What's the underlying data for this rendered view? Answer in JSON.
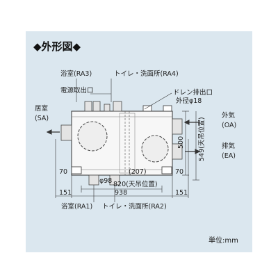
{
  "title": "◆外形図◆",
  "unit": "単位:mm",
  "ports": {
    "ra3": "浴室(RA3)",
    "ra4": "トイレ・洗面所(RA4)",
    "power": "電源取出口",
    "drain": "ドレン排出口",
    "outer_dia": "外径φ18",
    "sa_1": "居室",
    "sa_2": "(SA)",
    "oa_1": "外気",
    "oa_2": "(OA)",
    "ea_1": "排気",
    "ea_2": "(EA)",
    "ra1": "浴室(RA1)",
    "ra2": "トイレ・洗面所(RA2)"
  },
  "dims": {
    "d500": "500",
    "d549": "549(天吊位置)",
    "d70_left": "70",
    "d70_right": "70",
    "d207": "(207)",
    "d98": "φ98",
    "d820": "820(天吊位置)",
    "d938": "938",
    "d151_left": "151",
    "d151_right": "151"
  }
}
